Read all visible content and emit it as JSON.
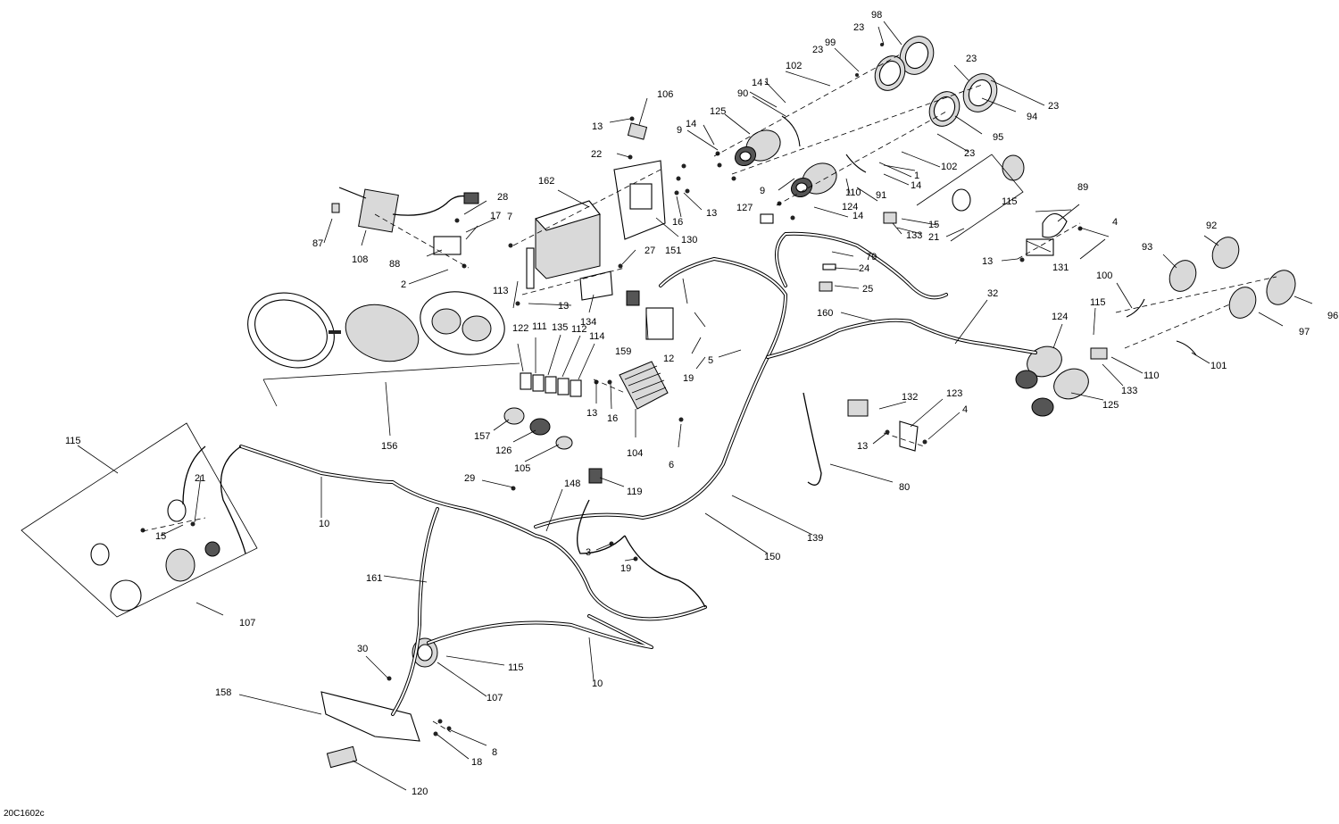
{
  "diagram": {
    "reference_code": "20C1602c",
    "callouts": [
      "1",
      "2",
      "3",
      "4",
      "5",
      "6",
      "7",
      "8",
      "9",
      "10",
      "12",
      "13",
      "14",
      "15",
      "16",
      "17",
      "18",
      "19",
      "21",
      "22",
      "23",
      "24",
      "25",
      "27",
      "28",
      "29",
      "30",
      "32",
      "79",
      "80",
      "87",
      "88",
      "89",
      "90",
      "91",
      "92",
      "93",
      "94",
      "95",
      "96",
      "97",
      "98",
      "99",
      "100",
      "101",
      "102",
      "104",
      "105",
      "106",
      "107",
      "108",
      "110",
      "111",
      "112",
      "113",
      "114",
      "115",
      "119",
      "120",
      "122",
      "123",
      "124",
      "125",
      "126",
      "127",
      "130",
      "131",
      "132",
      "133",
      "134",
      "135",
      "139",
      "148",
      "150",
      "151",
      "156",
      "157",
      "158",
      "159",
      "160",
      "161",
      "162"
    ]
  }
}
